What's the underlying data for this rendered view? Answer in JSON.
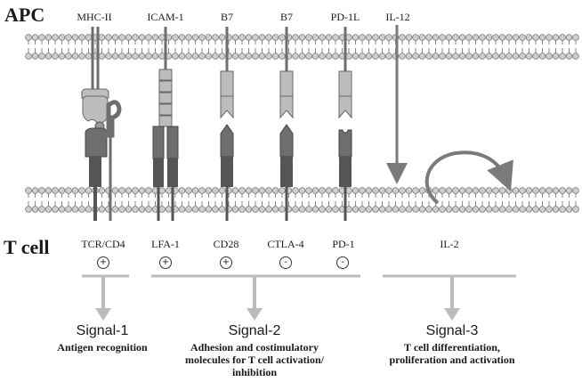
{
  "cells": {
    "apc": "APC",
    "tcell": "T cell"
  },
  "apc_molecules": [
    "MHC-II",
    "ICAM-1",
    "B7",
    "B7",
    "PD-1L",
    "IL-12"
  ],
  "tcell_molecules": [
    "TCR/CD4",
    "LFA-1",
    "CD28",
    "CTLA-4",
    "PD-1",
    "IL-2"
  ],
  "signs": [
    "+",
    "+",
    "+",
    "-",
    "-"
  ],
  "signals": [
    {
      "title": "Signal-1",
      "desc": [
        "Antigen recognition"
      ]
    },
    {
      "title": "Signal-2",
      "desc": [
        "Adhesion and costimulatory",
        "molecules for T cell activation/",
        "inhibition"
      ]
    },
    {
      "title": "Signal-3",
      "desc": [
        "T cell differentiation,",
        "proliferation and activation"
      ]
    }
  ],
  "colors": {
    "membrane_head": "#cfcfcf",
    "membrane_tail": "#8a8a8a",
    "dark": "#6e6e6e",
    "light": "#bdbdbd",
    "arrow": "#7a7a7a",
    "bracket": "#bbbbbb"
  }
}
